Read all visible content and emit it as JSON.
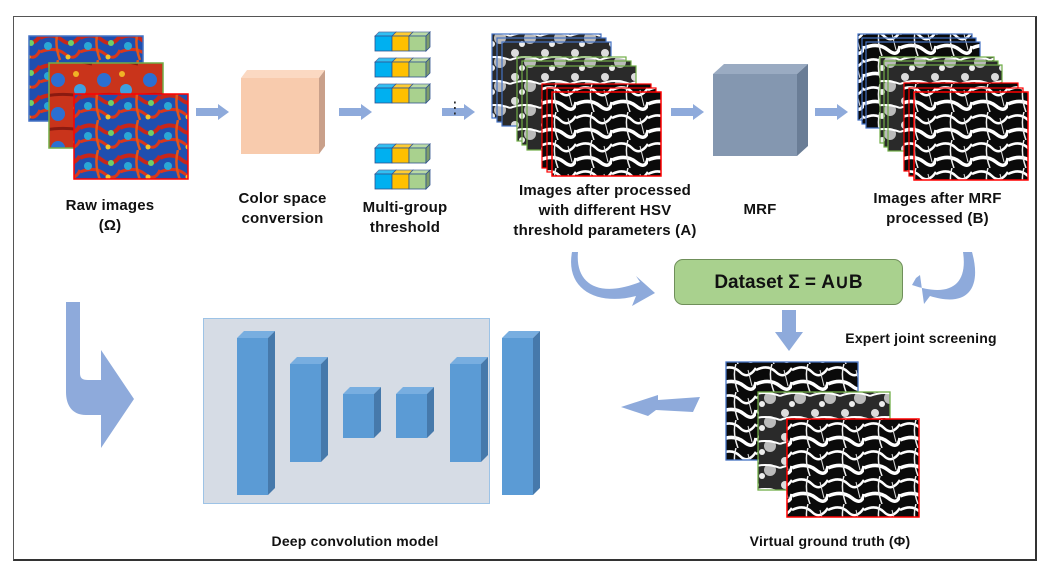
{
  "diagram": {
    "title": "Pipeline for generating virtual ground truth and training a deep convolution model",
    "colors": {
      "arrow": "#8eaadb",
      "color_space_cube": "#f8cbad",
      "mrf_cube": "#8497b0",
      "cnn_block": "#5b9bd5",
      "cnn_panel": "#d6dce5",
      "dataset_box": "#a9d18e",
      "threshold_cell_1": "#00b0f0",
      "threshold_cell_2": "#ffc000",
      "threshold_cell_3": "#a9d18e",
      "frame_blue": "#4472c4",
      "frame_green": "#70ad47",
      "frame_red": "#ff0000"
    },
    "nodes": {
      "raw_images": {
        "line1": "Raw images",
        "line2": "(Ω)"
      },
      "color_space": {
        "line1": "Color space",
        "line2": "conversion"
      },
      "multi_group": {
        "line1": "Multi-group",
        "line2": "threshold",
        "ellipsis": "⋮"
      },
      "hsv_images": {
        "line1": "Images after processed",
        "line2": "with different HSV",
        "line3": "threshold parameters (A)"
      },
      "mrf": {
        "line1": "MRF"
      },
      "mrf_images": {
        "line1": "Images after MRF",
        "line2": "processed  (B)"
      },
      "dataset": {
        "label": "Dataset Σ = A∪B"
      },
      "expert": {
        "label": "Expert joint screening"
      },
      "virtual_gt": {
        "label": "Virtual ground truth (Φ)"
      },
      "model": {
        "label": "Deep convolution model"
      }
    }
  }
}
